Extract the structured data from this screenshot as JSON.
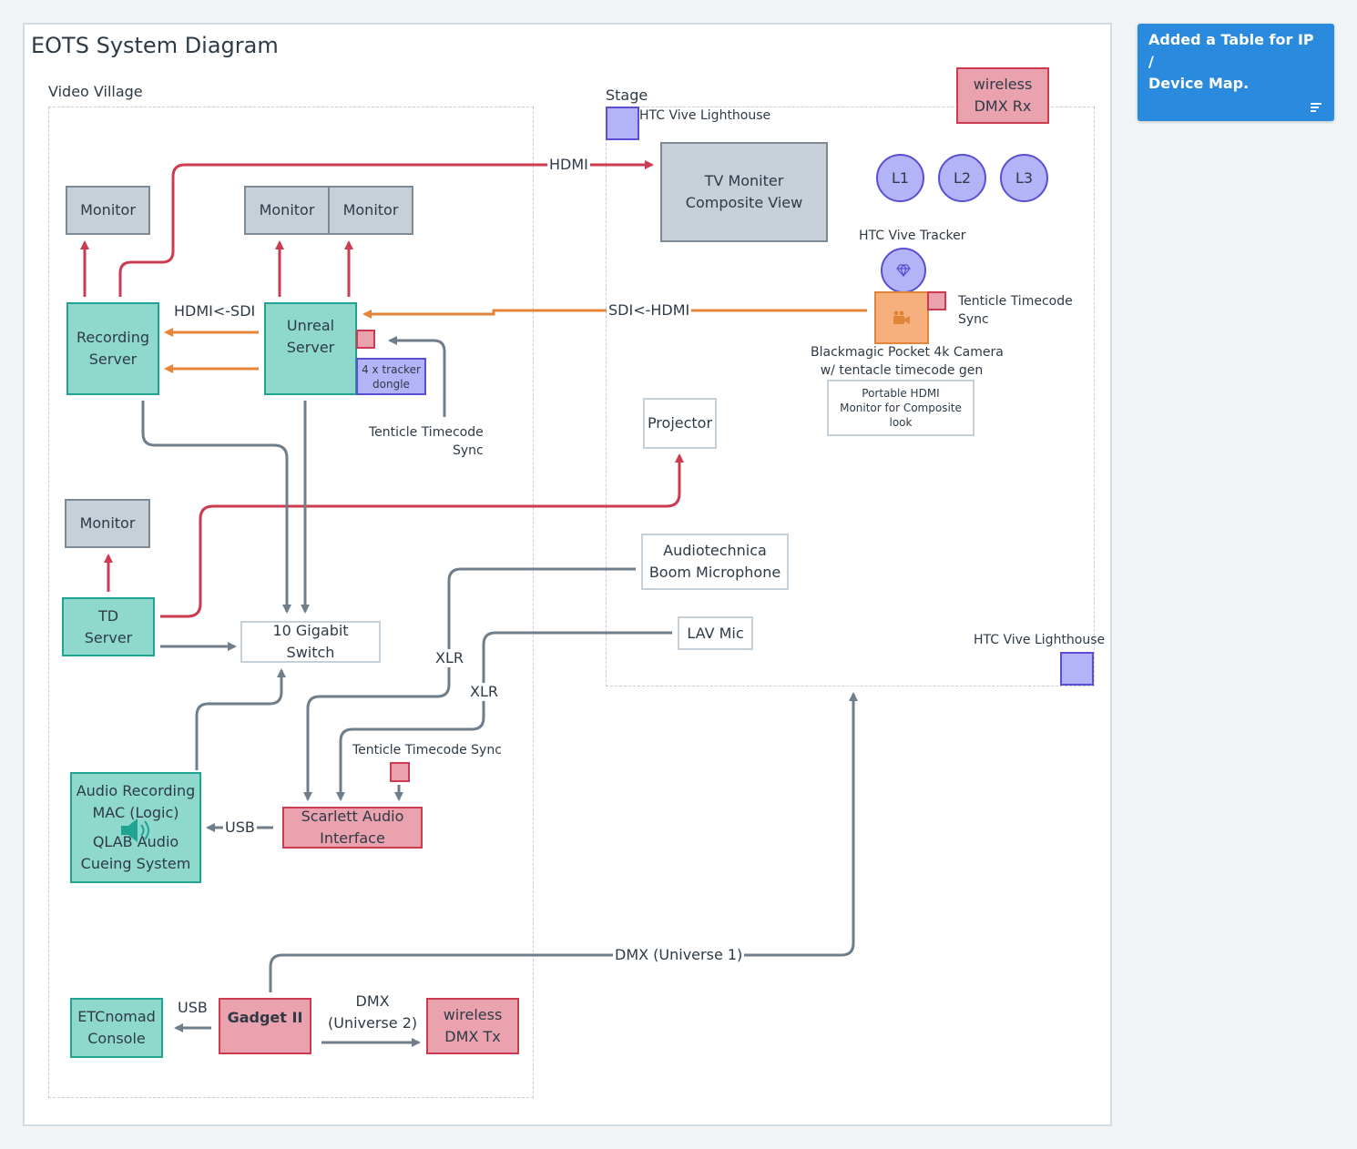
{
  "diagram": {
    "title": "EOTS System Diagram",
    "zones": {
      "video_village": "Video Village",
      "stage": "Stage"
    },
    "nodes": {
      "monitor_1": "Monitor",
      "monitor_2": "Monitor",
      "monitor_3": "Monitor",
      "monitor_4": "Monitor",
      "recording_server": [
        "Recording",
        "Server"
      ],
      "unreal_server": [
        "Unreal",
        "Server"
      ],
      "tracker_dongle": [
        "4 x tracker",
        "dongle"
      ],
      "td_server": [
        "TD",
        "Server"
      ],
      "gigabit_switch": [
        "10 Gigabit",
        "Switch"
      ],
      "audio_mac": [
        "Audio Recording",
        "MAC (Logic)",
        "QLAB Audio",
        "Cueing System"
      ],
      "scarlett": [
        "Scarlett Audio",
        "Interface"
      ],
      "etcnomad": [
        "ETCnomad",
        "Console"
      ],
      "gadget": "Gadget II",
      "wireless_tx": [
        "wireless",
        "DMX Tx"
      ],
      "wireless_rx": [
        "wireless",
        "DMX Rx"
      ],
      "tv_monitor": [
        "TV Moniter",
        "Composite View"
      ],
      "projector": "Projector",
      "boom_mic": [
        "Audiotechnica",
        "Boom Microphone"
      ],
      "lav_mic": "LAV Mic",
      "portable_monitor": [
        "Portable HDMI",
        "Monitor for Composite",
        "look"
      ],
      "lights": [
        "L1",
        "L2",
        "L3"
      ]
    },
    "labels": {
      "lighthouse_top": "HTC Vive Lighthouse",
      "lighthouse_bottom": "HTC Vive Lighthouse",
      "vive_tracker": "HTC Vive Tracker",
      "camera": [
        "Blackmagic Pocket 4k Camera",
        "w/ tentacle timecode gen"
      ],
      "timecode_camera": [
        "Tenticle Timecode",
        "Sync"
      ],
      "timecode_unreal": [
        "Tenticle Timecode",
        "Sync"
      ],
      "timecode_scarlett": "Tenticle Timecode Sync"
    },
    "edges": {
      "hdmi": "HDMI",
      "hdmi_sdi": "HDMI<-SDI",
      "sdi_hdmi": "SDI<-HDMI",
      "xlr_1": "XLR",
      "xlr_2": "XLR",
      "usb_audio": "USB",
      "usb_console": "USB",
      "dmx_u1": "DMX (Universe 1)",
      "dmx_u2": [
        "DMX",
        "(Universe 2)"
      ]
    }
  },
  "note": {
    "text": [
      "Added a Table for IP /",
      "Device Map."
    ],
    "icon": "text-align-icon"
  },
  "colors": {
    "hdmi": "#cc3b4f",
    "sdi": "#e2853a",
    "network": "#6f7e8a"
  }
}
